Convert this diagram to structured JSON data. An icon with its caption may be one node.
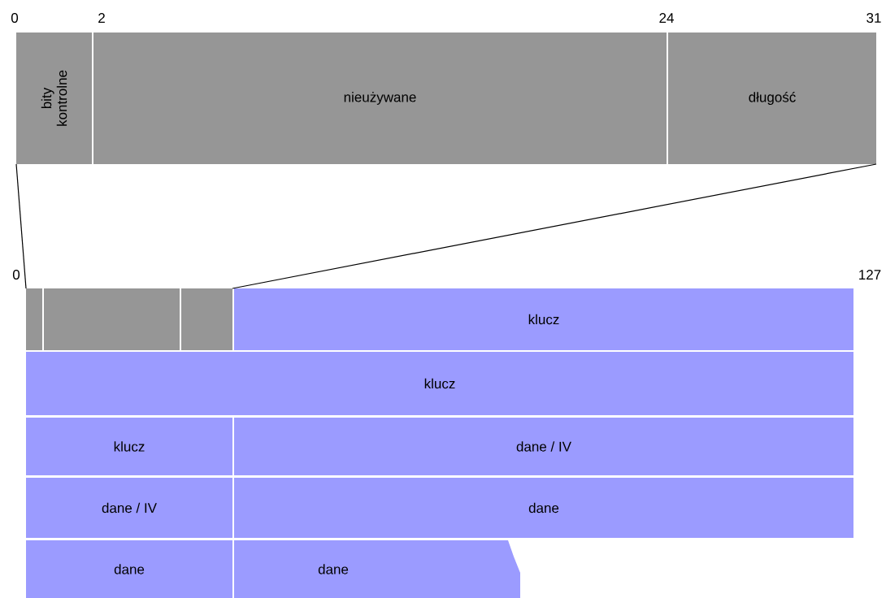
{
  "diagram": {
    "nodes": [
      {
        "text": [
          "bity kontrolne"
        ]
      },
      {
        "text": [
          "nieużywane"
        ]
      },
      {
        "text": [
          "długość"
        ]
      },
      {
        "text": [],
        "shape": "box"
      },
      {
        "text": [],
        "shape": "box"
      },
      {
        "text": [],
        "shape": "box"
      },
      {
        "text": [
          "klucz"
        ]
      },
      {
        "text": [
          "klucz"
        ]
      },
      {
        "text": [
          "klucz"
        ]
      },
      {
        "text": [
          "dane / IV"
        ]
      },
      {
        "text": [
          "dane / IV"
        ]
      },
      {
        "text": [
          "dane"
        ]
      },
      {
        "text": [
          "dane"
        ]
      },
      {
        "text": [
          "dane"
        ]
      }
    ],
    "edges": [
      {
        "from": 0,
        "to": 3,
        "arrow": "none"
      },
      {
        "from": 2,
        "to": 5,
        "arrow": "none"
      }
    ],
    "labels": [
      "0",
      "2",
      "24",
      "31",
      "0",
      "127"
    ]
  }
}
